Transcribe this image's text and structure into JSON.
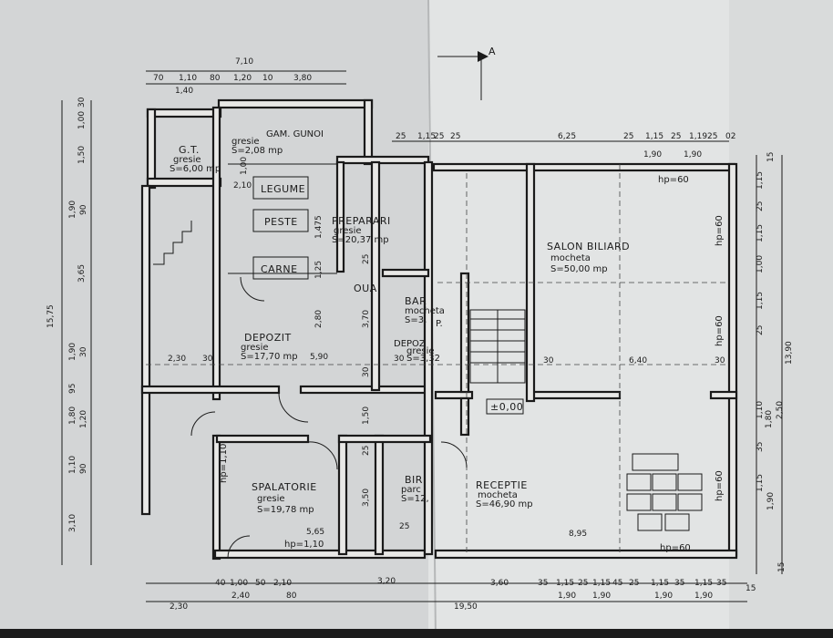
{
  "rooms": {
    "gt": {
      "name": "G.T.",
      "floor": "gresie",
      "area": "S=6,00 mp"
    },
    "gunoi": {
      "name": "GAM. GUNOI",
      "floor": "gresie",
      "area": "S=2,08 mp"
    },
    "pregatire": {
      "name": "PREPARARI",
      "floor": "gresie",
      "area": "S=20,37 mp"
    },
    "depozit": {
      "name": "DEPOZIT",
      "floor": "gresie",
      "area": "S=17,70 mp"
    },
    "spalatorie": {
      "name": "SPALATORIE",
      "floor": "gresie",
      "area": "S=19,78 mp"
    },
    "receptie": {
      "name": "RECEPTIE",
      "floor": "mocheta",
      "area": "S=46,90 mp"
    },
    "salon": {
      "name": "SALON BILIARD",
      "floor": "mocheta",
      "area": "S=50,00 mp"
    },
    "bar": {
      "name": "BAR",
      "floor": "mocheta",
      "area": "S=3,"
    },
    "depozit2": {
      "name": "DEPOZ",
      "floor": "gresie",
      "area": "S=3,32"
    },
    "bir": {
      "name": "BIR",
      "floor": "parc",
      "area": "S=12,"
    }
  },
  "labels": {
    "legume": "LEGUME",
    "peste": "PESTE",
    "carne": "CARNE",
    "oua": "OUA",
    "section_marker": "A",
    "level": "±0,00",
    "hp60_a": "hp=60",
    "hp60_b": "hp=60",
    "hp60_c": "hp=60",
    "hp60_d": "hp=60",
    "hp60_e": "hp=60",
    "hp110_a": "hp=1,10",
    "hp110_b": "hp=1,10",
    "p": "P."
  },
  "dims": {
    "top_total": "7,10",
    "top_row": [
      "70",
      "1,10",
      "80",
      "1,20",
      "10",
      "3,80"
    ],
    "top_row2": [
      "1,40"
    ],
    "top_right": [
      "25",
      "1,15",
      "25",
      "25",
      "6,25",
      "25",
      "1,15",
      "25",
      "1,19",
      "25",
      "02"
    ],
    "top_right2": [
      "1,90",
      "1,90"
    ],
    "mid_left": "2,30",
    "mid_a": "5,90",
    "mid_b": "30",
    "mid_c": "30",
    "mid_d": "6,40",
    "mid_e": "30",
    "mid_f": "30",
    "bot_a": "5,65",
    "bot_b": "8,95",
    "bot_c": "25",
    "bottom_total": "19,50",
    "bottom_left": "2,30",
    "bottom_row": [
      "40",
      "1,00",
      "50",
      "2,10",
      "80",
      "3,20",
      "3,60",
      "35",
      "1,15",
      "25",
      "1,15",
      "45",
      "25",
      "1,15",
      "35",
      "1,15",
      "35",
      "15"
    ],
    "bottom_row2": [
      "2,40",
      "1,90",
      "1,90",
      "1,90",
      "1,90"
    ],
    "left_total": "15,75",
    "left_parts": [
      "30",
      "1,00",
      "1,50",
      "1,90",
      "90",
      "3,65",
      "1,90",
      "30",
      "95",
      "1,20",
      "1,80",
      "1,10",
      "90",
      "3,10"
    ],
    "right_parts": [
      "15",
      "1,15",
      "25",
      "1,15",
      "1,00",
      "1,15",
      "25",
      "1,10",
      "1,80",
      "2,50",
      "1,15",
      "35",
      "1,90",
      "13,90",
      "15"
    ],
    "inner_v": [
      "1,475",
      "1,25",
      "2,80",
      "3,70",
      "1,50",
      "3,50",
      "25",
      "25",
      "30",
      "1,00",
      "2,10"
    ]
  }
}
